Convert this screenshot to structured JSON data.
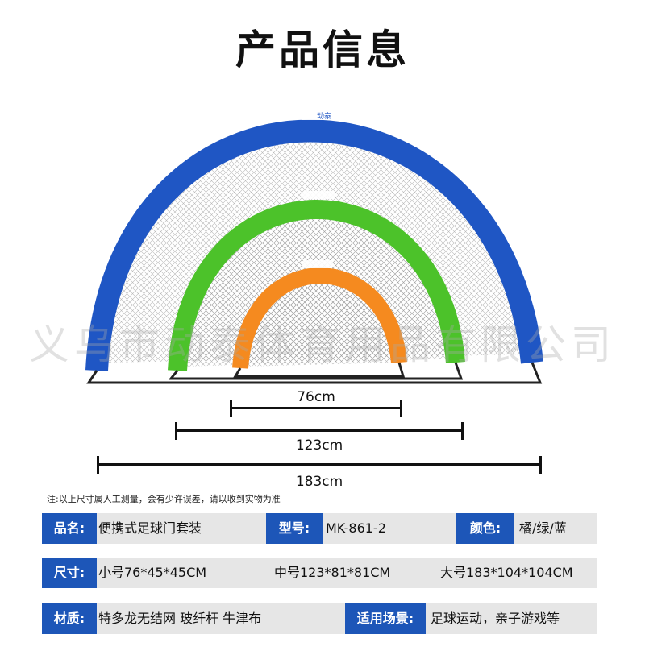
{
  "title": "产品信息",
  "watermark": "义乌市动泰体育用品有限公司",
  "colors": {
    "blue_goal": "#1f56c4",
    "green_goal": "#4cc22a",
    "orange_goal": "#f58a1f",
    "label_bg": "#1d56b8",
    "row_bg": "#e6e6e6"
  },
  "brand": "动泰",
  "dimensions": {
    "small": "76cm",
    "medium": "123cm",
    "large": "183cm"
  },
  "note": "注:以上尺寸属人工测量，会有少许误差，请以收到实物为准",
  "rows": {
    "name_label": "品名:",
    "name_value": "便携式足球门套装",
    "model_label": "型号:",
    "model_value": "MK-861-2",
    "color_label": "颜色:",
    "color_value": "橘/绿/蓝",
    "size_label": "尺寸:",
    "size_small": "小号76*45*45CM",
    "size_medium": "中号123*81*81CM",
    "size_large": "大号183*104*104CM",
    "material_label": "材质:",
    "material_value": "特多龙无结网 玻纤杆 牛津布",
    "scene_label": "适用场景:",
    "scene_value": "足球运动，亲子游戏等"
  }
}
